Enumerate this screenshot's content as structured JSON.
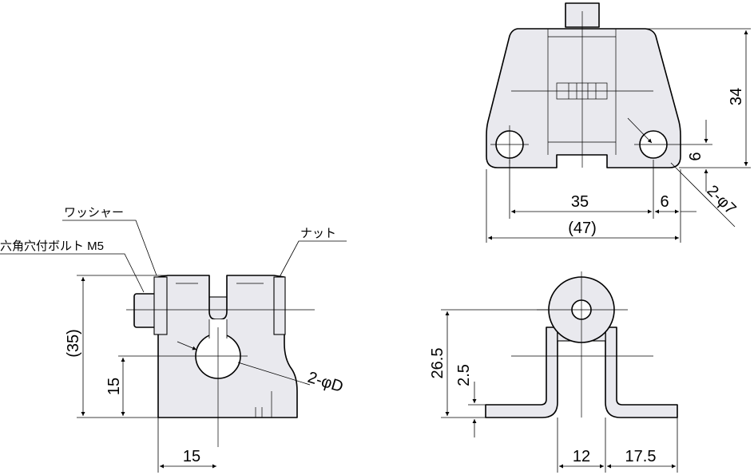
{
  "labels": {
    "washer": "ワッシャー",
    "hex_bolt": "六角穴付ボルト M5",
    "nut": "ナット",
    "hole_d": "2-φD",
    "hole_7": "2-φ7"
  },
  "dimensions": {
    "top_height": "34",
    "top_hole_offset": "6",
    "top_pitch": "35",
    "top_edge": "6",
    "top_width": "(47)",
    "side_height": "(35)",
    "side_center": "15",
    "side_width": "15",
    "front_height": "26.5",
    "front_thickness": "2.5",
    "front_center": "12",
    "front_flange": "17.5"
  }
}
